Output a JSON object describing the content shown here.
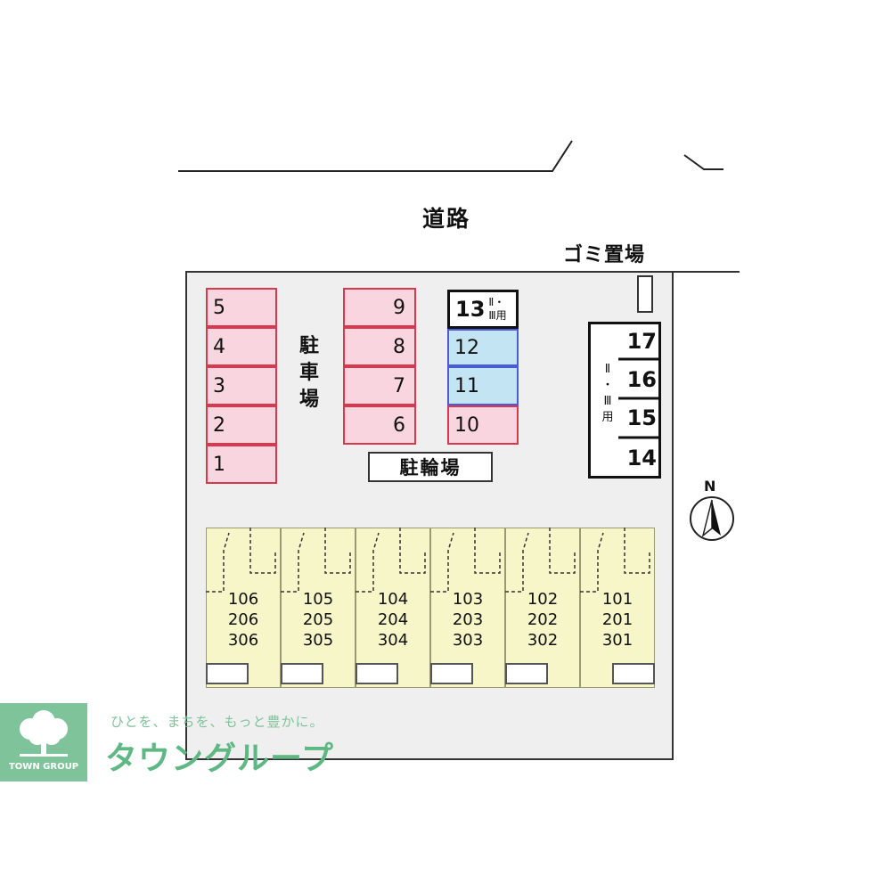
{
  "road_label": "道路",
  "garbage_label": "ゴミ置場",
  "parking_label": [
    "駐",
    "車",
    "場"
  ],
  "bike_label": "駐輪場",
  "north_label": "N",
  "slots_left": [
    "5",
    "4",
    "3",
    "2",
    "1"
  ],
  "slots_mid": [
    "9",
    "8",
    "7",
    "6"
  ],
  "slot_13": "13",
  "slot_13_note_top": "Ⅱ・",
  "slot_13_note_bottom": "Ⅲ用",
  "slots_blue": [
    "12",
    "11"
  ],
  "slot_10": "10",
  "box_slots": [
    "17",
    "16",
    "15",
    "14"
  ],
  "box_note": [
    "Ⅱ",
    "・",
    "Ⅲ",
    "用"
  ],
  "units": [
    [
      "106",
      "206",
      "306"
    ],
    [
      "105",
      "205",
      "305"
    ],
    [
      "104",
      "204",
      "304"
    ],
    [
      "103",
      "203",
      "303"
    ],
    [
      "102",
      "202",
      "302"
    ],
    [
      "101",
      "201",
      "301"
    ]
  ],
  "logo_text": "TOWN GROUP",
  "tagline": "ひとを、まちを、もっと豊かに。",
  "brand": "タウングループ",
  "colors": {
    "parking_pink": "#f9d6df",
    "parking_blue": "#c3e4f3",
    "unit_yellow": "#f7f6c8",
    "brand_green": "#7fc39a"
  }
}
